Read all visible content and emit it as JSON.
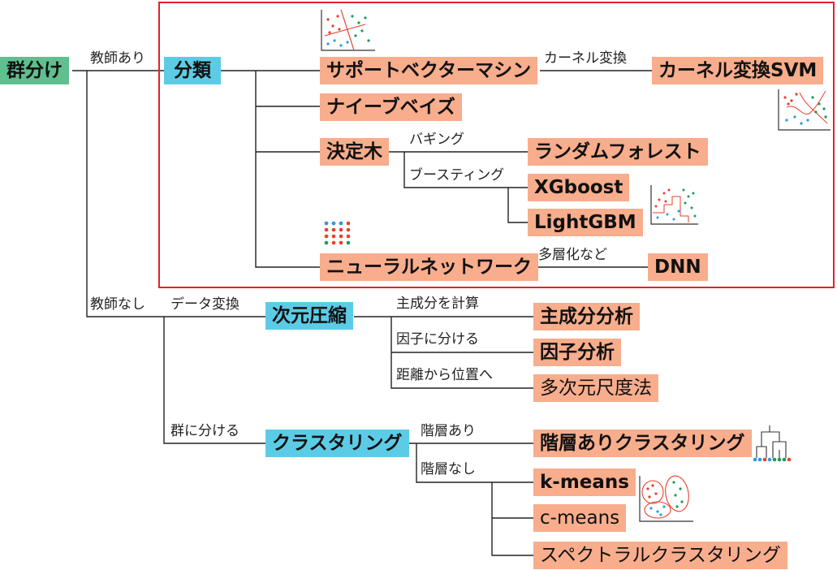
{
  "nodes": {
    "root": "群分け",
    "classification": "分類",
    "svm": "サポートベクターマシン",
    "kernel_svm": "カーネル変換SVM",
    "naive_bayes": "ナイーブベイズ",
    "decision_tree": "決定木",
    "random_forest": "ランダムフォレスト",
    "xgboost": "XGboost",
    "lightgbm": "LightGBM",
    "neural_network": "ニューラルネットワーク",
    "dnn": "DNN",
    "dim_reduction": "次元圧縮",
    "pca": "主成分分析",
    "factor_analysis": "因子分析",
    "mds": "多次元尺度法",
    "clustering": "クラスタリング",
    "hierarchical": "階層ありクラスタリング",
    "kmeans": "k-means",
    "cmeans": "c-means",
    "spectral": "スペクトラルクラスタリング"
  },
  "edges": {
    "supervised": "教師あり",
    "kernel_transform": "カーネル変換",
    "bagging": "バギング",
    "boosting": "ブースティング",
    "multilayer": "多層化など",
    "unsupervised": "教師なし",
    "data_transform": "データ変換",
    "compute_pc": "主成分を計算",
    "split_factors": "因子に分ける",
    "distance_to_position": "距離から位置へ",
    "split_groups": "群に分ける",
    "with_hierarchy": "階層あり",
    "without_hierarchy": "階層なし"
  },
  "colors": {
    "root": "#5fbf8f",
    "category": "#5ccce6",
    "method": "#f8ad8c",
    "frame": "#e8202a",
    "dot_red": "#e8402a",
    "dot_green": "#1a9a5a",
    "dot_blue": "#2a9ae0"
  },
  "icons": [
    "scatter-line-icon",
    "scatter-curve-icon",
    "scatter-step-icon",
    "neuron-grid-icon",
    "dendrogram-icon",
    "cluster-ellipse-icon"
  ]
}
